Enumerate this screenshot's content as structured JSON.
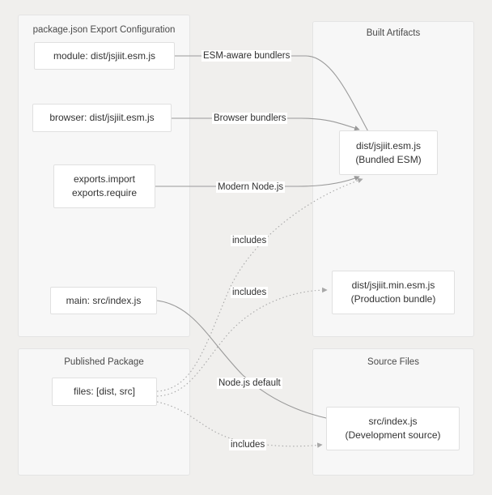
{
  "diagram": {
    "type": "flowchart",
    "title_visible": false,
    "colors": {
      "page_background": "#f0efed",
      "cluster_background": "#f7f7f7",
      "cluster_border": "#e4e4e4",
      "node_background": "#ffffff",
      "node_border": "#e0e0e0",
      "edge_stroke": "#9a9a9a",
      "text": "#333333"
    },
    "clusters": [
      {
        "id": "pkg-config",
        "label": "package.json Export Configuration",
        "label_line1": "package.json Export",
        "label_line2": "Configuration"
      },
      {
        "id": "built-artifacts",
        "label": "Built Artifacts"
      },
      {
        "id": "published-package",
        "label": "Published Package"
      },
      {
        "id": "source-files",
        "label": "Source Files"
      }
    ],
    "nodes": [
      {
        "id": "module",
        "line1": "module: dist/jsjiit.esm.js",
        "line2": ""
      },
      {
        "id": "browser",
        "line1": "browser: dist/jsjiit.esm.js",
        "line2": ""
      },
      {
        "id": "exports",
        "line1": "exports.import",
        "line2": "exports.require"
      },
      {
        "id": "main",
        "line1": "main: src/index.js",
        "line2": ""
      },
      {
        "id": "files",
        "line1": "files: [dist, src]",
        "line2": ""
      },
      {
        "id": "bundled-esm",
        "line1": "dist/jsjiit.esm.js",
        "line2": "(Bundled ESM)"
      },
      {
        "id": "min-esm",
        "line1": "dist/jsjiit.min.esm.js",
        "line2": "(Production bundle)"
      },
      {
        "id": "src-index",
        "line1": "src/index.js",
        "line2": "(Development source)"
      }
    ],
    "edges": [
      {
        "id": "e1",
        "from": "module",
        "to": "bundled-esm",
        "label": "ESM-aware bundlers",
        "style": "solid"
      },
      {
        "id": "e2",
        "from": "browser",
        "to": "bundled-esm",
        "label": "Browser bundlers",
        "style": "solid"
      },
      {
        "id": "e3",
        "from": "exports",
        "to": "bundled-esm",
        "label": "Modern Node.js",
        "style": "solid"
      },
      {
        "id": "e4",
        "from": "main",
        "to": "src-index",
        "label": "Node.js default",
        "style": "solid"
      },
      {
        "id": "e5",
        "from": "files",
        "to": "bundled-esm",
        "label": "includes",
        "style": "dotted"
      },
      {
        "id": "e6",
        "from": "files",
        "to": "min-esm",
        "label": "includes",
        "style": "dotted"
      },
      {
        "id": "e7",
        "from": "files",
        "to": "src-index",
        "label": "includes",
        "style": "dotted"
      }
    ]
  }
}
